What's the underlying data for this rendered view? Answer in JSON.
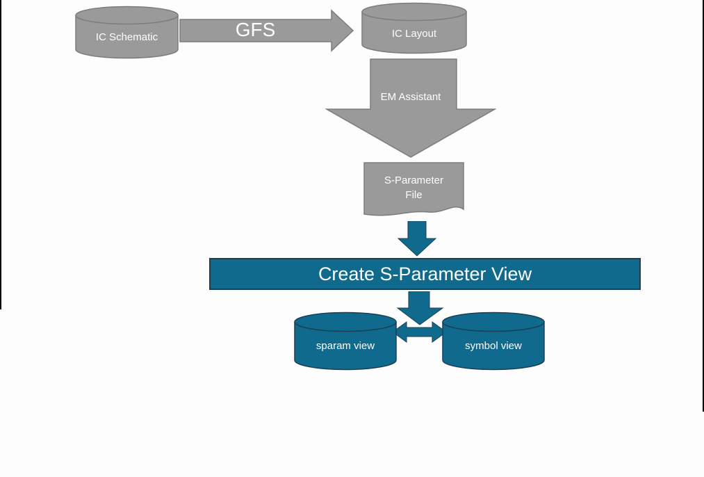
{
  "diagram": {
    "title_hint": "IC S-Parameter view creation flow",
    "nodes": {
      "ic_schematic": {
        "label": "IC Schematic",
        "shape": "cylinder",
        "color": "gray"
      },
      "gfs": {
        "label": "GFS",
        "shape": "right-block-arrow",
        "color": "gray"
      },
      "ic_layout": {
        "label": "IC Layout",
        "shape": "cylinder",
        "color": "gray"
      },
      "em_assistant": {
        "label": "EM Assistant",
        "shape": "down-block-arrow",
        "color": "gray"
      },
      "s_parameter_file": {
        "line1": "S-Parameter",
        "line2": "File",
        "shape": "document",
        "color": "gray"
      },
      "create_s_parameter_view": {
        "label": "Create S-Parameter View",
        "shape": "bar",
        "color": "teal"
      },
      "sparam_view": {
        "label": "sparam view",
        "shape": "cylinder",
        "color": "teal"
      },
      "symbol_view": {
        "label": "symbol view",
        "shape": "cylinder",
        "color": "teal"
      }
    },
    "connectors": [
      {
        "name": "down-arrow-file-to-bar",
        "type": "down-block-arrow",
        "color": "teal"
      },
      {
        "name": "down-arrow-bar-to-views",
        "type": "down-block-arrow",
        "color": "teal"
      },
      {
        "name": "double-arrow-sparam-symbol",
        "type": "left-right-block-arrow",
        "color": "teal"
      }
    ],
    "colors": {
      "gray_fill": "#9a9a9a",
      "gray_border": "#7c7c7c",
      "teal_fill": "#0f6a8d",
      "teal_border": "#1c3f54",
      "label_text": "#ffffff",
      "background": "#fdfdfd",
      "edge_artifact": "#000000"
    }
  }
}
